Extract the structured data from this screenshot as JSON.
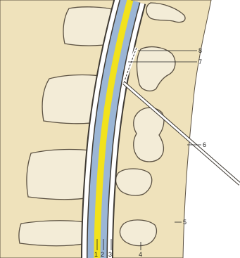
{
  "labels": {
    "l1": "1",
    "l2": "2",
    "l3": "3",
    "l4": "4",
    "l5": "5",
    "l6": "6",
    "l7": "7",
    "l8": "8"
  },
  "colors": {
    "tissue": "#efe2bb",
    "bone": "#f3ecd7",
    "bone_outline": "#5b5142",
    "dura_blue": "#9bb6d6",
    "cord_yellow": "#f2e21c",
    "needle": "#ffffff",
    "outline": "#3f3a33"
  }
}
